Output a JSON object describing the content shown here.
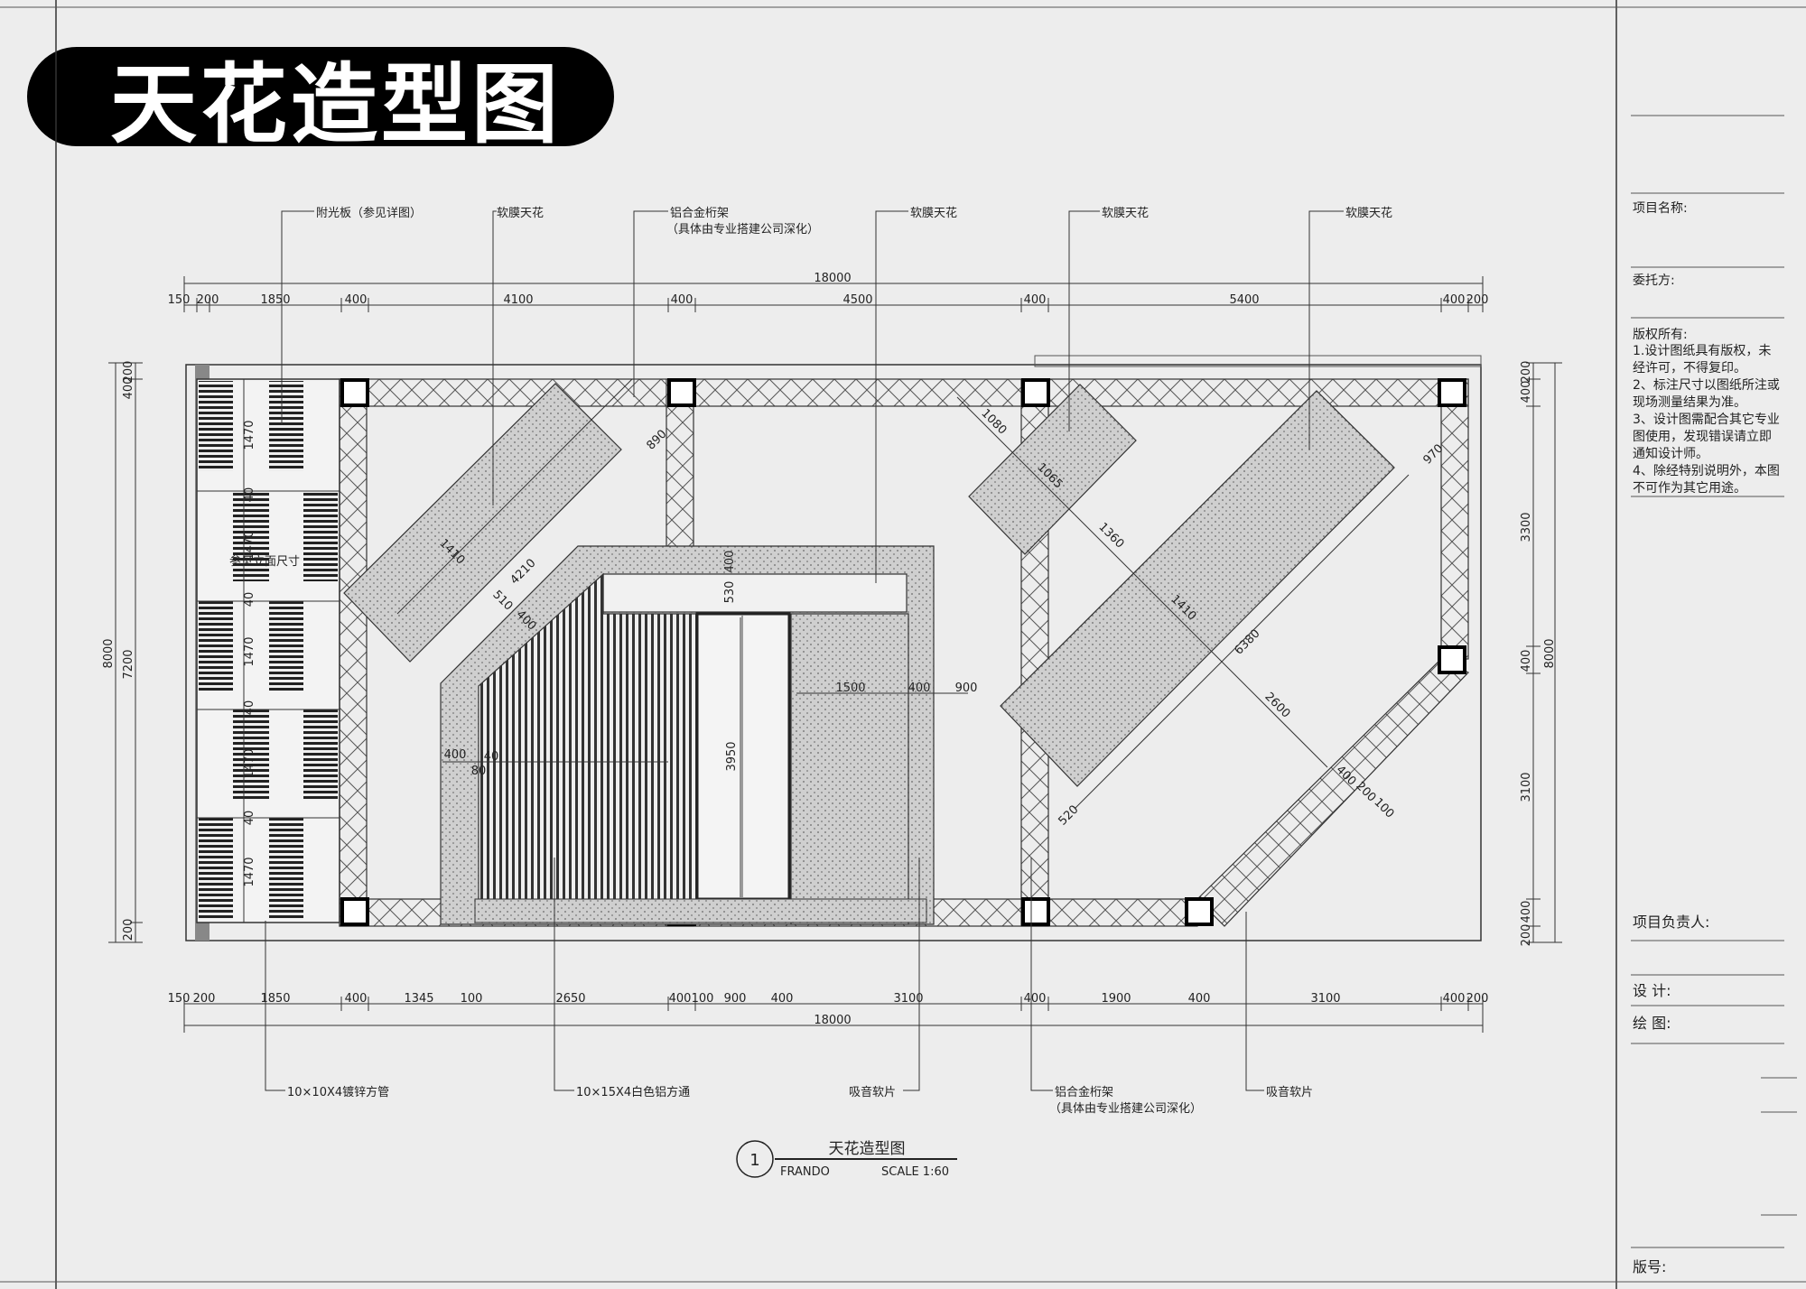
{
  "header": {
    "title": "天花造型图"
  },
  "plan": {
    "dims_top": [
      "150",
      "200",
      "1850",
      "400",
      "4100",
      "400",
      "4500",
      "400",
      "5400",
      "400",
      "200"
    ],
    "dim_top_total": "18000",
    "dims_bottom": [
      "150",
      "200",
      "1850",
      "400",
      "1345",
      "100",
      "2650",
      "400",
      "100",
      "900",
      "400",
      "3100",
      "400",
      "1900",
      "400",
      "3100",
      "400",
      "200"
    ],
    "dim_bottom_total": "18000",
    "dims_left": [
      "200",
      "400",
      "1470",
      "40",
      "1470",
      "40",
      "1470",
      "40",
      "1470",
      "40",
      "1470",
      "200"
    ],
    "dims_left_total": [
      "8000",
      "7200"
    ],
    "dims_right": [
      "200",
      "400",
      "3300",
      "400",
      "3100",
      "400",
      "200"
    ],
    "dims_right_total": "8000",
    "inner_dims": [
      "890",
      "4210",
      "1410",
      "510",
      "400",
      "1080",
      "1065",
      "1360",
      "1410",
      "6380",
      "970",
      "2600",
      "520",
      "400",
      "200",
      "100",
      "400",
      "530",
      "3950",
      "1500",
      "400",
      "900",
      "400",
      "80",
      "40"
    ],
    "labels_top": [
      "附光板（参见详图）",
      "软膜天花",
      "铝合金桁架",
      "（具体由专业搭建公司深化）",
      "软膜天花",
      "软膜天花",
      "软膜天花"
    ],
    "labels_bottom": [
      "10×10X4镀锌方管",
      "10×15X4白色铝方通",
      "吸音软片",
      "铝合金桁架",
      "（具体由专业搭建公司深化）",
      "吸音软片"
    ],
    "note_left": "参见立面尺寸"
  },
  "caption": {
    "number": "1",
    "title": "天花造型图",
    "left": "FRANDO",
    "scale": "SCALE 1:60"
  },
  "titleblock": {
    "project_label": "项目名称:",
    "client_label": "委托方:",
    "copyright_title": "版权所有:",
    "copyright_lines": [
      "1.设计图纸具有版权，未",
      "经许可，不得复印。",
      "2、标注尺寸以图纸所注或",
      "现场测量结果为准。",
      "3、设计图需配合其它专业",
      "图使用，发现错误请立即",
      "通知设计师。",
      "4、除经特别说明外，本图",
      "不可作为其它用途。"
    ],
    "manager_label": "项目负责人:",
    "design_label": "设 计:",
    "draw_label": "绘 图:",
    "version_label": "版号:"
  }
}
